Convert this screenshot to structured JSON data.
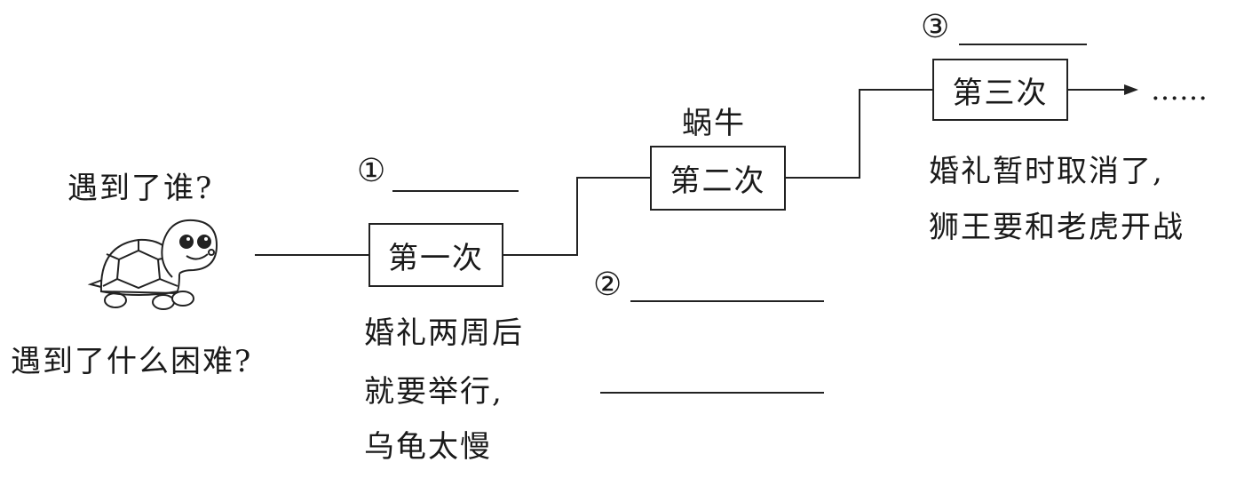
{
  "questions": {
    "who": "遇到了谁?",
    "difficulty": "遇到了什么困难?"
  },
  "steps": [
    {
      "label": "第一次",
      "marker": "①"
    },
    {
      "label": "第二次",
      "marker": "②",
      "who": "蜗牛"
    },
    {
      "label": "第三次",
      "marker": "③"
    }
  ],
  "step1_desc": [
    "婚礼两周后",
    "就要举行,",
    "乌龟太慢"
  ],
  "step3_desc": [
    "婚礼暂时取消了,",
    "狮王要和老虎开战"
  ],
  "continuation": "……",
  "icons": {
    "turtle": "turtle-icon",
    "arrow": "arrow-right-icon"
  }
}
